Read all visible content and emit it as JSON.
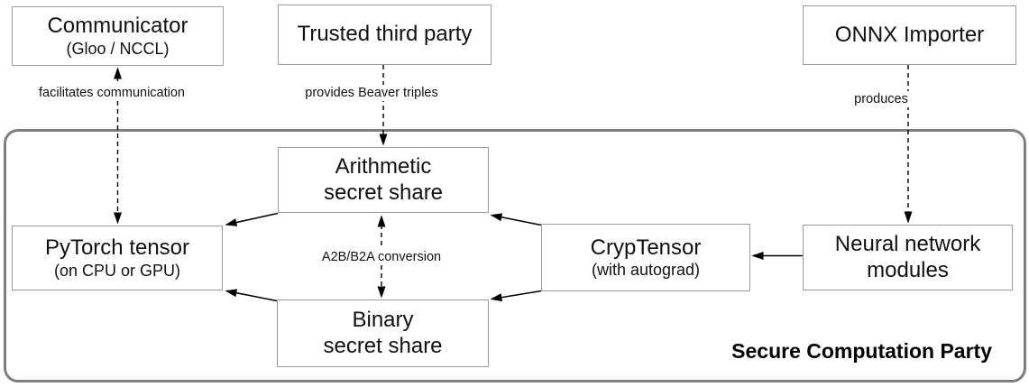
{
  "diagram": {
    "nodes": {
      "communicator": {
        "line1": "Communicator",
        "sub": "(Gloo / NCCL)"
      },
      "trusted": {
        "line1": "Trusted third party"
      },
      "onnx": {
        "line1": "ONNX Importer"
      },
      "arithmetic": {
        "line1": "Arithmetic",
        "line2": "secret share"
      },
      "pytorch": {
        "line1": "PyTorch tensor",
        "sub": "(on CPU or GPU)"
      },
      "cryptensor": {
        "line1": "CrypTensor",
        "sub": "(with autograd)"
      },
      "neural": {
        "line1": "Neural network",
        "line2": "modules"
      },
      "binary": {
        "line1": "Binary",
        "line2": "secret share"
      }
    },
    "edges": {
      "facilitates": "facilitates communication",
      "beaver": "provides Beaver triples",
      "produces": "produces",
      "conversion": "A2B/B2A conversion"
    },
    "container": {
      "title": "Secure Computation Party"
    },
    "colors": {
      "background": "#ffffff",
      "node_border": "#9b9b9b",
      "container_border": "#7e7e7e",
      "line": "#000000",
      "text": "#111111"
    }
  }
}
